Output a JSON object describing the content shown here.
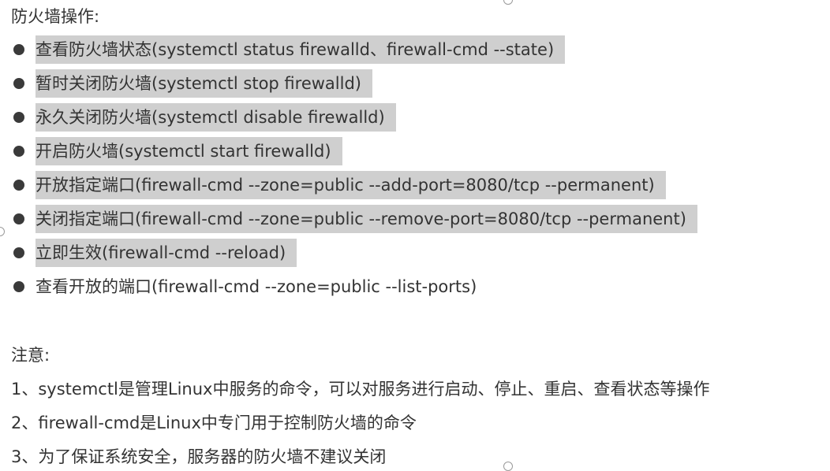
{
  "heading": "防火墙操作:",
  "bullets": [
    {
      "text": "查看防火墙状态(systemctl status firewalld、firewall-cmd --state)",
      "highlighted": true
    },
    {
      "text": "暂时关闭防火墙(systemctl stop firewalld)",
      "highlighted": true
    },
    {
      "text": "永久关闭防火墙(systemctl disable firewalld)",
      "highlighted": true
    },
    {
      "text": "开启防火墙(systemctl start firewalld)",
      "highlighted": true
    },
    {
      "text": "开放指定端口(firewall-cmd --zone=public --add-port=8080/tcp --permanent)",
      "highlighted": true
    },
    {
      "text": "关闭指定端口(firewall-cmd --zone=public --remove-port=8080/tcp --permanent)",
      "highlighted": true
    },
    {
      "text": "立即生效(firewall-cmd --reload)",
      "highlighted": true
    },
    {
      "text": "查看开放的端口(firewall-cmd --zone=public --list-ports)",
      "highlighted": false
    }
  ],
  "notes": {
    "title": "注意:",
    "items": [
      "1、systemctl是管理Linux中服务的命令，可以对服务进行启动、停止、重启、查看状态等操作",
      "2、firewall-cmd是Linux中专门用于控制防火墙的命令",
      "3、为了保证系统安全，服务器的防火墙不建议关闭"
    ]
  },
  "colors": {
    "text": "#333333",
    "highlight": "#cfcfcf",
    "bullet_dot": "#3a3a3a",
    "background": "#ffffff"
  }
}
